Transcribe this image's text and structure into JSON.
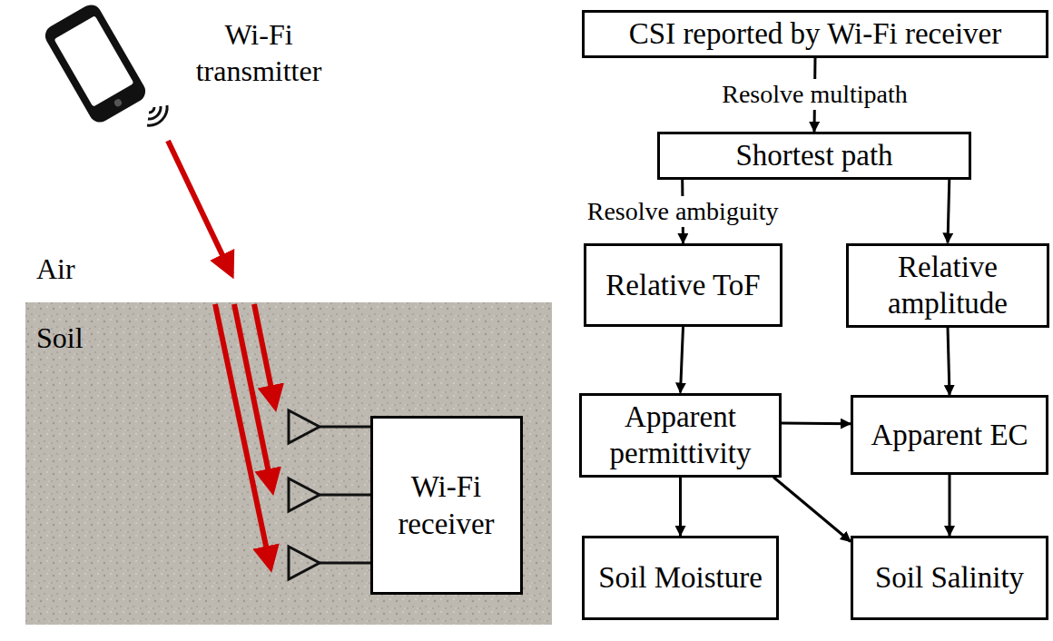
{
  "diagram": {
    "nodes": [
      {
        "text": [
          "CSI reported by Wi-Fi receiver"
        ]
      },
      {
        "text": [
          "Shortest path"
        ]
      },
      {
        "text": [
          "Relative ToF"
        ]
      },
      {
        "text": [
          "Relative amplitude"
        ]
      },
      {
        "text": [
          "Apparent permittivity"
        ]
      },
      {
        "text": [
          "Apparent EC"
        ]
      },
      {
        "text": [
          "Soil Moisture"
        ]
      },
      {
        "text": [
          "Soil Salinity"
        ]
      },
      {
        "text": [
          "Wi-Fi receiver"
        ]
      }
    ],
    "edges": [
      {
        "from": 0,
        "to": 1,
        "label": "Resolve multipath",
        "arrow": "to"
      },
      {
        "from": 1,
        "to": 2,
        "label": "Resolve ambiguity",
        "arrow": "to"
      },
      {
        "from": 1,
        "to": 3,
        "arrow": "to"
      },
      {
        "from": 2,
        "to": 4,
        "arrow": "to"
      },
      {
        "from": 3,
        "to": 5,
        "arrow": "to"
      },
      {
        "from": 4,
        "to": 5,
        "arrow": "to"
      },
      {
        "from": 4,
        "to": 6,
        "arrow": "to"
      },
      {
        "from": 4,
        "to": 7,
        "arrow": "to"
      },
      {
        "from": 5,
        "to": 7,
        "arrow": "to"
      }
    ],
    "labels": [
      "Wi-Fi transmitter",
      "Air",
      "Soil"
    ]
  }
}
